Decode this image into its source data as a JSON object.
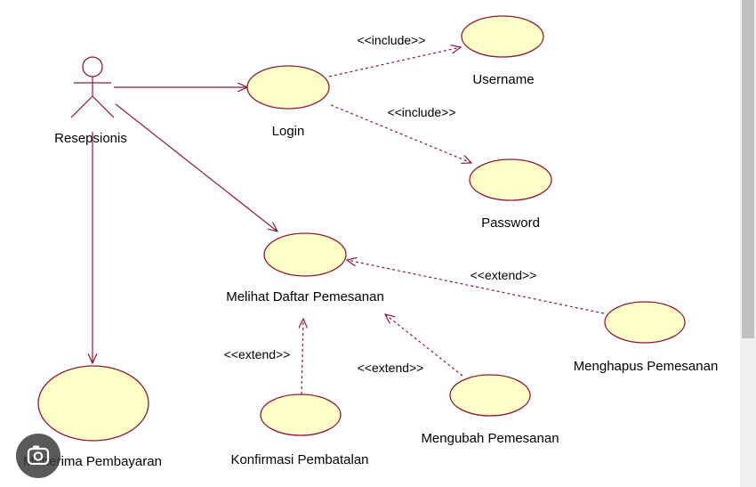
{
  "diagram": {
    "actor": {
      "name": "Resepsionis"
    },
    "use_cases": {
      "login": "Login",
      "username": "Username",
      "password": "Password",
      "melihat": "Melihat Daftar Pemesanan",
      "menerima": "Menerima Pembayaran",
      "konfirmasi": "Konfirmasi Pembatalan",
      "mengubah": "Mengubah Pemesanan",
      "menghapus": "Menghapus Pemesanan"
    },
    "stereotypes": {
      "include": "<<include>>",
      "extend": "<<extend>>"
    }
  },
  "colors": {
    "line": "#8b1a3a",
    "use_case_fill": "#ffffc8"
  },
  "icons": [
    "camera-lens-icon"
  ]
}
